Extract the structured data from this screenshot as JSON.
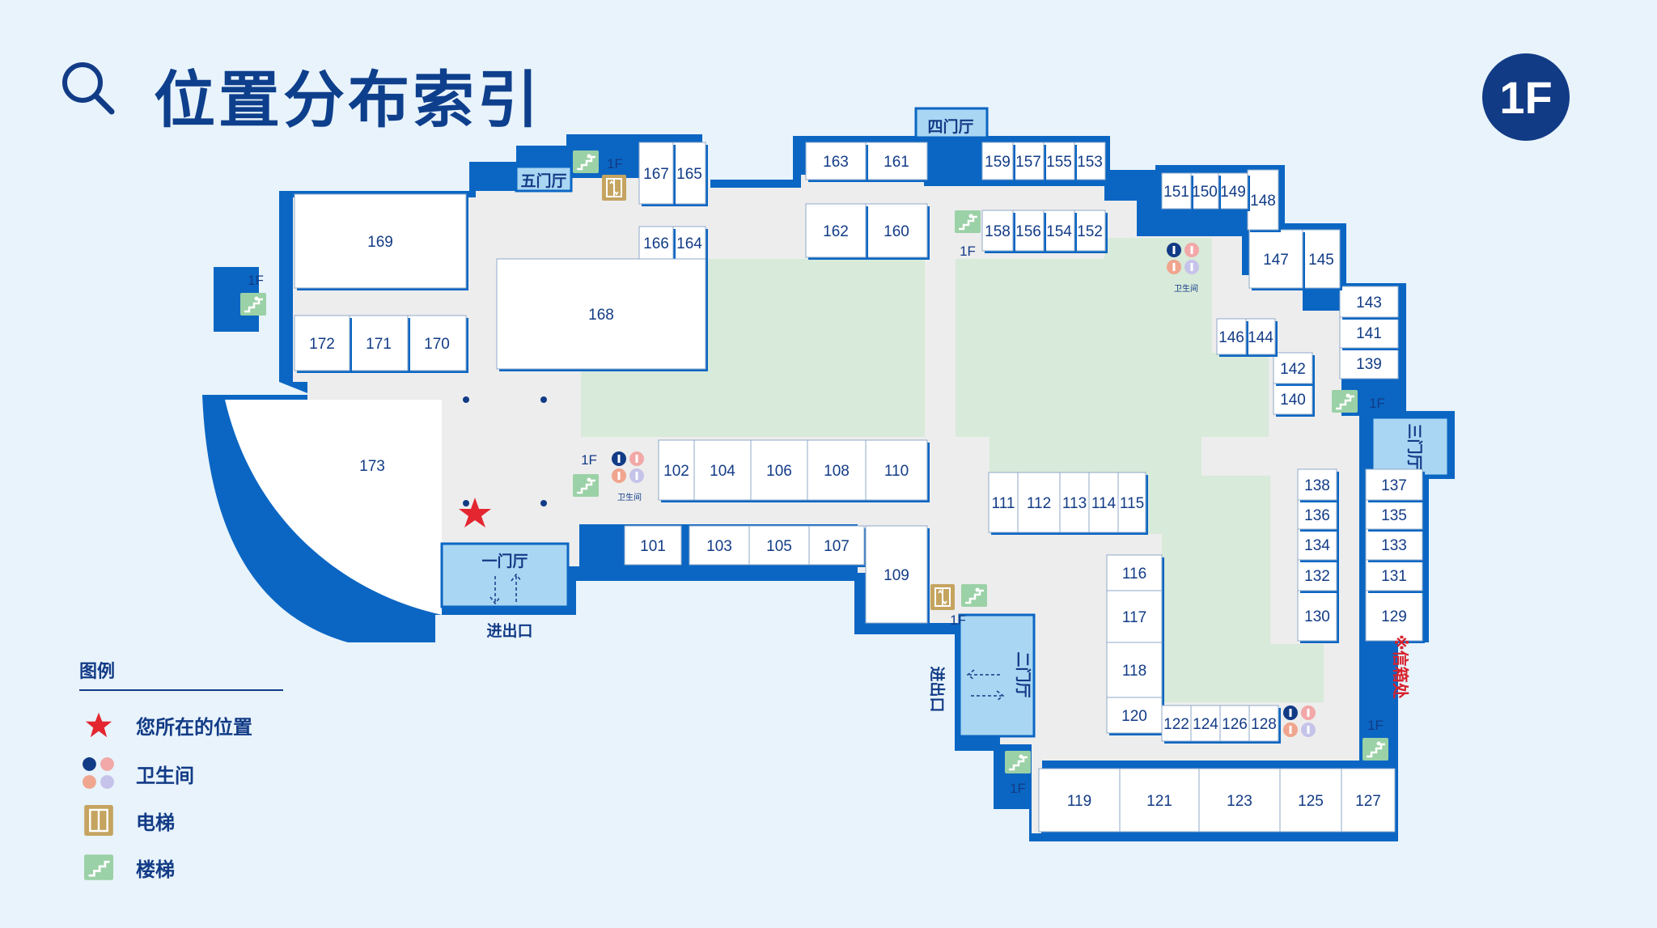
{
  "header": {
    "title": "位置分布索引",
    "floor": "1F"
  },
  "map": {
    "floor_tag": "1F",
    "halls": {
      "hall1": "一门厅",
      "hall2": "二门厅",
      "hall3": "三门厅",
      "hall4": "四门厅",
      "hall5": "五门厅"
    },
    "exit_label": "进出口",
    "restroom_label": "卫生间",
    "mailbox_label": "※信箱处",
    "shops": [
      "101",
      "102",
      "103",
      "104",
      "105",
      "106",
      "107",
      "108",
      "109",
      "110",
      "111",
      "112",
      "113",
      "114",
      "115",
      "116",
      "117",
      "118",
      "119",
      "120",
      "121",
      "122",
      "123",
      "124",
      "125",
      "126",
      "127",
      "128",
      "129",
      "130",
      "131",
      "132",
      "133",
      "134",
      "135",
      "136",
      "137",
      "138",
      "139",
      "140",
      "141",
      "142",
      "143",
      "144",
      "145",
      "146",
      "147",
      "148",
      "149",
      "150",
      "151",
      "152",
      "153",
      "154",
      "155",
      "156",
      "157",
      "158",
      "159",
      "160",
      "161",
      "162",
      "163",
      "164",
      "165",
      "166",
      "167",
      "168",
      "169",
      "170",
      "171",
      "172",
      "173"
    ]
  },
  "legend": {
    "title": "图例",
    "items": [
      {
        "label": "您所在的位置",
        "icon": "star-icon"
      },
      {
        "label": "卫生间",
        "icon": "restroom-icon"
      },
      {
        "label": "电梯",
        "icon": "elevator-icon"
      },
      {
        "label": "楼梯",
        "icon": "stairs-icon"
      }
    ]
  },
  "colors": {
    "navy": "#123b86",
    "wall": "#0b66c3",
    "floor": "#ededed",
    "courtyard": "#d8ead9",
    "hall": "#a9d6f3",
    "star": "#e32630",
    "stair": "#9bd1a6",
    "elevator": "#c5a460"
  }
}
